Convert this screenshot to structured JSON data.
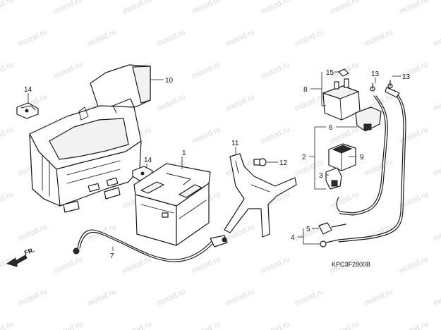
{
  "watermark": "motod.ru",
  "direction_label": "FR.",
  "diagram_code": "KPC3F2800B",
  "callouts": {
    "c1": "1",
    "c2": "2",
    "c3": "3",
    "c4": "4",
    "c5": "5",
    "c6": "6",
    "c7": "7",
    "c8": "8",
    "c9": "9",
    "c10": "10",
    "c11": "11",
    "c12": "12",
    "c13a": "13",
    "c13b": "13",
    "c14a": "14",
    "c14b": "14",
    "c15": "15"
  }
}
